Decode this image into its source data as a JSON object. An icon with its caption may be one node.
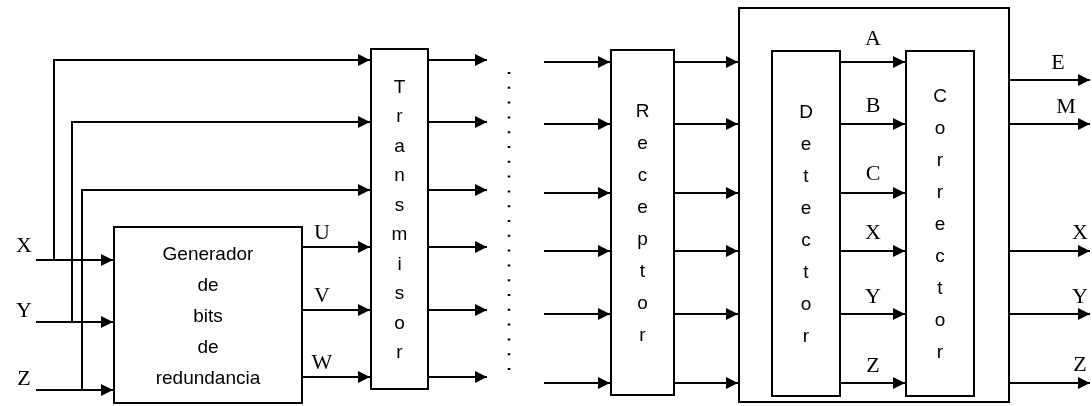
{
  "diagram": {
    "nodes": [
      {
        "text": [
          "X"
        ]
      },
      {
        "text": [
          "Y"
        ]
      },
      {
        "text": [
          "Z"
        ]
      },
      {
        "text": [
          "Generador de bits de redundancia"
        ]
      },
      {
        "text": [
          "Transmisor"
        ]
      },
      {
        "text": [
          "Receptor"
        ]
      },
      {
        "text": [],
        "shape": "box"
      },
      {
        "text": [
          "Detector"
        ],
        "in": 6
      },
      {
        "text": [
          "Corrector"
        ],
        "in": 6
      }
    ],
    "edges": [
      {
        "from": 0,
        "to": 3,
        "arrow": "to"
      },
      {
        "from": 1,
        "to": 3,
        "arrow": "to"
      },
      {
        "from": 2,
        "to": 3,
        "arrow": "to"
      },
      {
        "from": 0,
        "to": 4,
        "arrow": "to"
      },
      {
        "from": 1,
        "to": 4,
        "arrow": "to"
      },
      {
        "from": 2,
        "to": 4,
        "arrow": "to"
      },
      {
        "from": 3,
        "to": 4,
        "arrow": "to",
        "label": "U"
      },
      {
        "from": 3,
        "to": 4,
        "arrow": "to",
        "label": "V"
      },
      {
        "from": 3,
        "to": 4,
        "arrow": "to",
        "label": "W"
      },
      {
        "from": 4,
        "to": null,
        "arrow": "to"
      },
      {
        "from": 4,
        "to": null,
        "arrow": "to"
      },
      {
        "from": 4,
        "to": null,
        "arrow": "to"
      },
      {
        "from": 4,
        "to": null,
        "arrow": "to"
      },
      {
        "from": 4,
        "to": null,
        "arrow": "to"
      },
      {
        "from": 4,
        "to": null,
        "arrow": "to"
      },
      {
        "from": null,
        "to": 5,
        "arrow": "to"
      },
      {
        "from": null,
        "to": 5,
        "arrow": "to"
      },
      {
        "from": null,
        "to": 5,
        "arrow": "to"
      },
      {
        "from": null,
        "to": 5,
        "arrow": "to"
      },
      {
        "from": null,
        "to": 5,
        "arrow": "to"
      },
      {
        "from": null,
        "to": 5,
        "arrow": "to"
      },
      {
        "from": 5,
        "to": 6,
        "arrow": "to"
      },
      {
        "from": 5,
        "to": 6,
        "arrow": "to"
      },
      {
        "from": 5,
        "to": 6,
        "arrow": "to"
      },
      {
        "from": 5,
        "to": 6,
        "arrow": "to"
      },
      {
        "from": 5,
        "to": 6,
        "arrow": "to"
      },
      {
        "from": 5,
        "to": 6,
        "arrow": "to"
      },
      {
        "from": 7,
        "to": 8,
        "arrow": "to",
        "label": "A"
      },
      {
        "from": 7,
        "to": 8,
        "arrow": "to",
        "label": "B"
      },
      {
        "from": 7,
        "to": 8,
        "arrow": "to",
        "label": "C"
      },
      {
        "from": 7,
        "to": 8,
        "arrow": "to",
        "label": "X"
      },
      {
        "from": 7,
        "to": 8,
        "arrow": "to",
        "label": "Y"
      },
      {
        "from": 7,
        "to": 8,
        "arrow": "to",
        "label": "Z"
      },
      {
        "from": 6,
        "to": null,
        "arrow": "to",
        "label": "E"
      },
      {
        "from": 6,
        "to": null,
        "arrow": "to",
        "label": "M"
      },
      {
        "from": 6,
        "to": null,
        "arrow": "to",
        "label": "X"
      },
      {
        "from": 6,
        "to": null,
        "arrow": "to",
        "label": "Y"
      },
      {
        "from": 6,
        "to": null,
        "arrow": "to",
        "label": "Z"
      }
    ]
  }
}
